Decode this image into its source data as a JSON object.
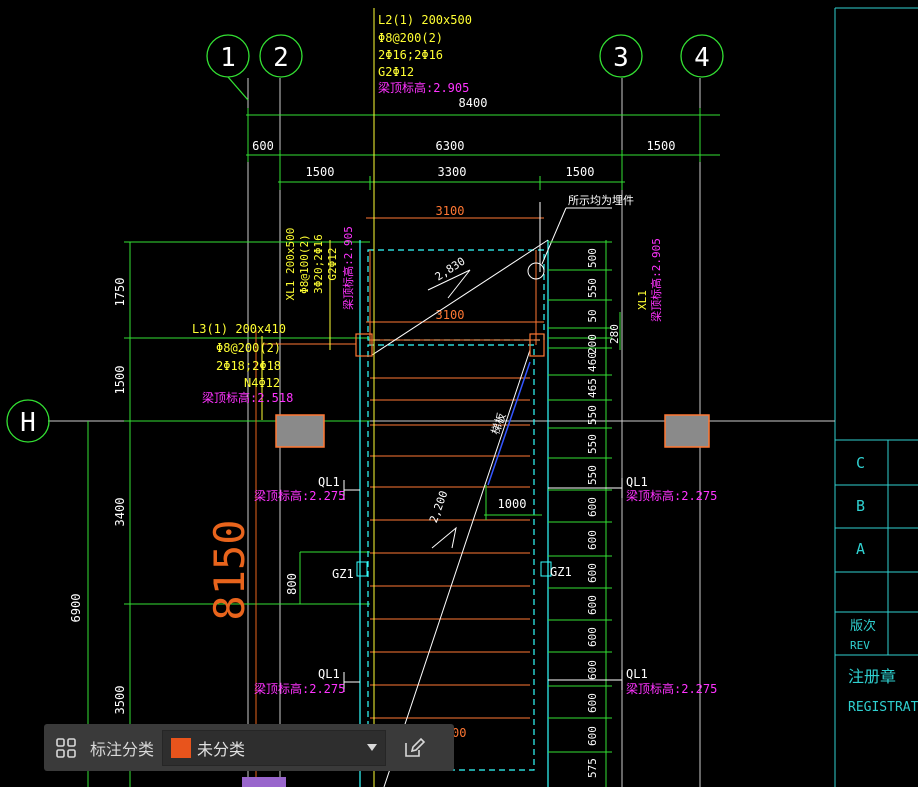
{
  "grid_axes": {
    "ax1": "1",
    "ax2": "2",
    "ax3": "3",
    "ax4": "4",
    "axH": "H"
  },
  "dimensions": {
    "total": "8400",
    "d600": "600",
    "d6300": "6300",
    "d1500_right": "1500",
    "d1500_a": "1500",
    "d3300": "3300",
    "d1500_b": "1500",
    "d3100_top": "3100",
    "d3100_mid": "3100",
    "d1000": "1000",
    "v1750": "1750",
    "v1500": "1500",
    "v3400": "3400",
    "v6900": "6900",
    "v3500": "3500",
    "v800": "800",
    "big8150": "8150",
    "s2830": "2,830",
    "s2200": "2,200",
    "r500": "500",
    "r550a": "550",
    "r50": "50",
    "r200": "200",
    "r280": "280",
    "r460": "460",
    "r465": "465",
    "r550b": "550",
    "r550c": "550",
    "r550d": "550",
    "r600a": "600",
    "r600b": "600",
    "r600c": "600",
    "r600d": "600",
    "r600e": "600",
    "r600f": "600",
    "r600g": "600",
    "r575": "575"
  },
  "annotations": {
    "l2_title": "L2(1) 200x500",
    "l2_line1": "Φ8@200(2)",
    "l2_line2": "2Φ16;2Φ16",
    "l2_line3": "G2Φ12",
    "l2_elev": "梁顶标高:2.905",
    "l3_title": "L3(1) 200x410",
    "l3_line1": "Φ8@200(2)",
    "l3_line2": "2Φ18;2Φ18",
    "l3_line3": "N4Φ12",
    "l3_elev": "梁顶标高:2.518",
    "xl1_left_a": "XL1 200x500",
    "xl1_left_b": "Φ8@100(2)",
    "xl1_left_c": "3Φ20;2Φ16",
    "xl1_left_d": "G2Φ12",
    "xl1_left_elev": "梁顶标高:2.905",
    "xl1_right": "XL1",
    "xl1_right_elev": "梁顶标高:2.905",
    "leader_note": "所示均为埋件",
    "ql1_a": "QL1",
    "ql1_a_elev": "梁顶标高:2.275",
    "ql1_b": "QL1",
    "ql1_b_elev": "梁顶标高:2.275",
    "ql1_c": "QL1",
    "ql1_c_elev": "梁顶标高:2.275",
    "ql1_d": "QL1",
    "ql1_d_elev": "梁顶标高:2.275",
    "gz1_left": "GZ1",
    "gz1_right": "GZ1",
    "ramp_label": "梯板",
    "partial_3100": "00"
  },
  "title_block": {
    "rev_c": "C",
    "rev_b": "B",
    "rev_a": "A",
    "rev_cn": "版次",
    "rev_en": "REV",
    "reg_cn": "注册章",
    "reg_en": "REGISTRATIO"
  },
  "toolbar": {
    "label": "标注分类",
    "selected": "未分类",
    "swatch_color": "#e8541c"
  },
  "colors": {
    "green": "#33e033",
    "yellow": "#ffff33",
    "magenta": "#ff33ff",
    "cyan": "#33ffff",
    "orange": "#ff7733",
    "white": "#ffffff"
  }
}
